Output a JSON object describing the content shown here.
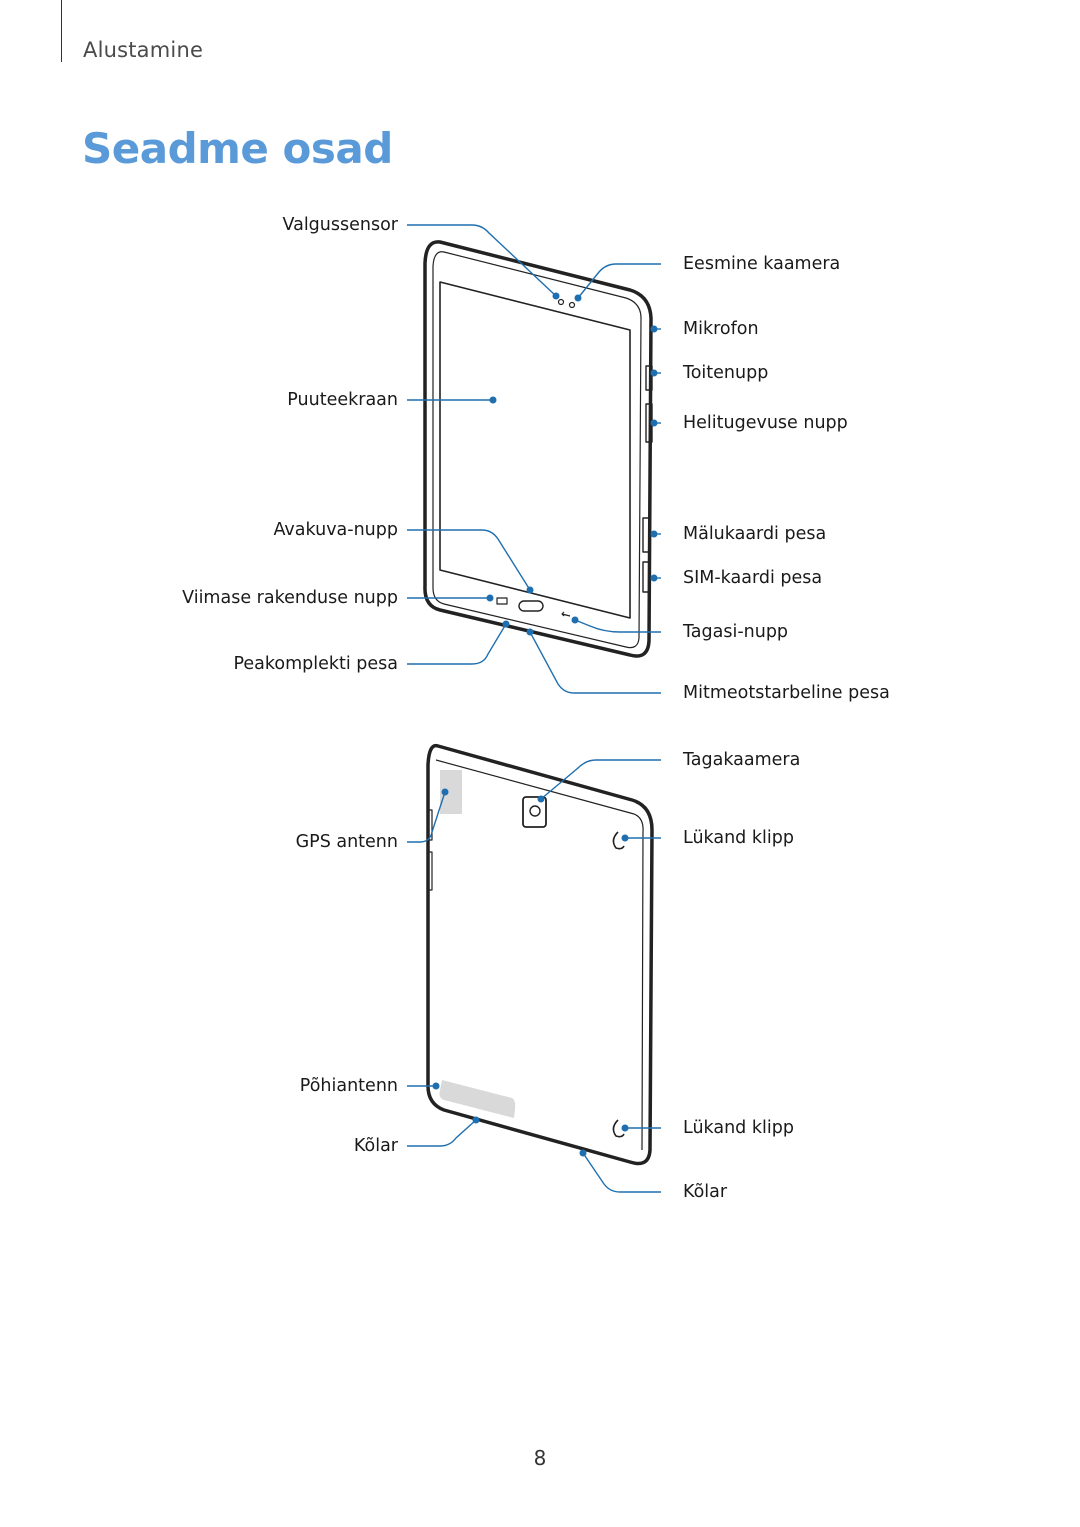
{
  "header": {
    "section": "Alustamine"
  },
  "title": "Seadme osad",
  "front_labels": {
    "light_sensor": "Valgussensor",
    "touchscreen": "Puuteekraan",
    "home_button": "Avakuva-nupp",
    "recent_apps": "Viimase rakenduse nupp",
    "headset_jack": "Peakomplekti pesa",
    "front_camera": "Eesmine kaamera",
    "microphone": "Mikrofon",
    "power_button": "Toitenupp",
    "volume_button": "Helitugevuse nupp",
    "memory_card_slot": "Mälukaardi pesa",
    "sim_card_slot": "SIM-kaardi pesa",
    "back_button": "Tagasi-nupp",
    "multipurpose_jack": "Mitmeotstarbeline pesa"
  },
  "back_labels": {
    "rear_camera": "Tagakaamera",
    "gps_antenna": "GPS antenn",
    "cover_clip_top": "Lükand klipp",
    "main_antenna": "Põhiantenn",
    "speaker_left": "Kõlar",
    "cover_clip_bottom": "Lükand klipp",
    "speaker_bottom": "Kõlar"
  },
  "page_number": "8",
  "colors": {
    "title": "#5a9ad8",
    "callout": "#1f6fb0",
    "device": "#222222"
  }
}
